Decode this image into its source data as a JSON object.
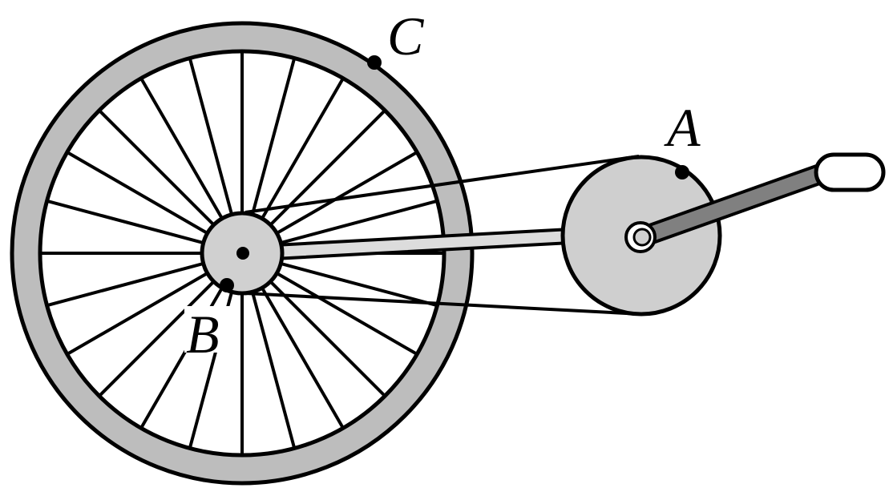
{
  "labels": {
    "a": "A",
    "b": "B",
    "c": "C"
  },
  "colors": {
    "stroke": "#000000",
    "tire": "#bdbdbd",
    "hub": "#d0d0d0",
    "sprocket": "#cfcfcf",
    "frame_bar": "#dcdcdc",
    "crank_arm": "#808080",
    "pedal": "#ffffff",
    "background": "#ffffff"
  },
  "wheel": {
    "spoke_count": 24
  }
}
